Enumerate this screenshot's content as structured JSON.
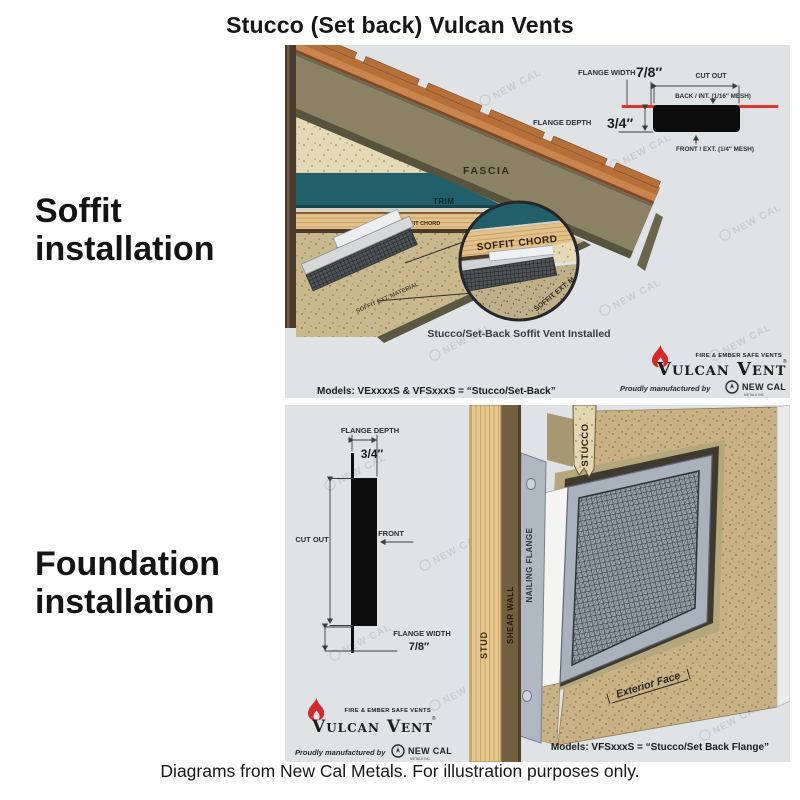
{
  "page": {
    "title": "Stucco (Set back) Vulcan Vents",
    "caption": "Diagrams from New Cal Metals. For illustration purposes only."
  },
  "sections": {
    "soffit": {
      "line1": "Soffit",
      "line2": "installation"
    },
    "foundation": {
      "line1": "Foundation",
      "line2": "installation"
    }
  },
  "watermark": {
    "text": "NEW CAL"
  },
  "soffit_panel": {
    "labels": {
      "fascia": "FASCIA",
      "trim": "TRIM",
      "soffit_chord_small": "SOFFIT CHORD",
      "soffit_material": "SOFFIT EXT. MATERIAL"
    },
    "callout": {
      "chord": "SOFFIT CHORD",
      "material": "SOFFIT EXT. M",
      "caption": "Stucco/Set-Back Soffit Vent Installed"
    },
    "dimensions": {
      "flange_width_label": "FLANGE WIDTH",
      "flange_width_value": "7/8″",
      "cut_out": "CUT OUT",
      "back_int": "BACK / INT.  (1/16″ MESH)",
      "flange_depth_label": "FLANGE DEPTH",
      "flange_depth_value": "3/4″",
      "front_ext": "FRONT / EXT.  (1/4″ MESH)"
    },
    "models": "Models: VExxxxS & VFSxxxS = “Stucco/Set-Back”"
  },
  "foundation_panel": {
    "dimensions": {
      "flange_depth_label": "FLANGE DEPTH",
      "flange_depth_value": "3/4″",
      "cut_out": "CUT OUT",
      "front": "FRONT",
      "flange_width_label": "FLANGE WIDTH",
      "flange_width_value": "7/8″"
    },
    "labels": {
      "stud": "STUD",
      "shear_wall": "SHEAR WALL",
      "nailing_flange": "NAILING FLANGE",
      "stucco": "STUCCO",
      "exterior_face": "Exterior Face"
    },
    "models": "Models: VFSxxxS = “Stucco/Set Back Flange”"
  },
  "brand": {
    "tagline": "FIRE & EMBER SAFE VENTS",
    "name": "Vulcan Vent",
    "reg": "®",
    "manufactured_by": "Proudly manufactured by",
    "newcal_name": "NEW CAL",
    "newcal_sub": "METALS INC."
  },
  "colors": {
    "panel_bg": "#dfe3e6",
    "red_line": "#e8332a",
    "teal_trim": "#1f6069",
    "fascia_olive": "#8b8164",
    "stucco_tan": "#c9b88c",
    "wood": "#e2c289",
    "flame_red": "#d7282a"
  }
}
